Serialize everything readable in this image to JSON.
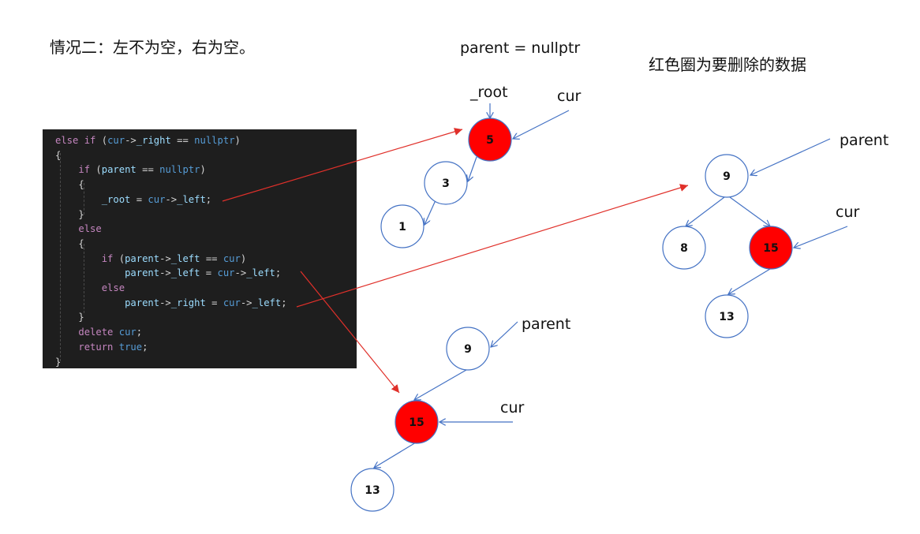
{
  "heading": "情况二：左不为空，右为空。",
  "legend_note": "红色圈为要删除的数据",
  "code": {
    "lines": [
      [
        [
          "k",
          "else"
        ],
        [
          "t",
          " "
        ],
        [
          "k",
          "if"
        ],
        [
          "t",
          " ("
        ],
        [
          "b",
          "cur"
        ],
        [
          "t",
          "->"
        ],
        [
          "p",
          "_right"
        ],
        [
          "t",
          " == "
        ],
        [
          "b",
          "nullptr"
        ],
        [
          "t",
          ")"
        ]
      ],
      [
        [
          "t",
          "{"
        ]
      ],
      [
        [
          "t",
          "    "
        ],
        [
          "k",
          "if"
        ],
        [
          "t",
          " ("
        ],
        [
          "p",
          "parent"
        ],
        [
          "t",
          " == "
        ],
        [
          "b",
          "nullptr"
        ],
        [
          "t",
          ")"
        ]
      ],
      [
        [
          "t",
          "    {"
        ]
      ],
      [
        [
          "t",
          "        "
        ],
        [
          "p",
          "_root"
        ],
        [
          "t",
          " = "
        ],
        [
          "b",
          "cur"
        ],
        [
          "t",
          "->"
        ],
        [
          "p",
          "_left"
        ],
        [
          "t",
          ";"
        ]
      ],
      [
        [
          "t",
          "    }"
        ]
      ],
      [
        [
          "t",
          "    "
        ],
        [
          "k",
          "else"
        ]
      ],
      [
        [
          "t",
          "    {"
        ]
      ],
      [
        [
          "t",
          "        "
        ],
        [
          "k",
          "if"
        ],
        [
          "t",
          " ("
        ],
        [
          "p",
          "parent"
        ],
        [
          "t",
          "->"
        ],
        [
          "p",
          "_left"
        ],
        [
          "t",
          " == "
        ],
        [
          "b",
          "cur"
        ],
        [
          "t",
          ")"
        ]
      ],
      [
        [
          "t",
          "            "
        ],
        [
          "p",
          "parent"
        ],
        [
          "t",
          "->"
        ],
        [
          "p",
          "_left"
        ],
        [
          "t",
          " = "
        ],
        [
          "b",
          "cur"
        ],
        [
          "t",
          "->"
        ],
        [
          "p",
          "_left"
        ],
        [
          "t",
          ";"
        ]
      ],
      [
        [
          "t",
          "        "
        ],
        [
          "k",
          "else"
        ]
      ],
      [
        [
          "t",
          "            "
        ],
        [
          "p",
          "parent"
        ],
        [
          "t",
          "->"
        ],
        [
          "p",
          "_right"
        ],
        [
          "t",
          " = "
        ],
        [
          "b",
          "cur"
        ],
        [
          "t",
          "->"
        ],
        [
          "p",
          "_left"
        ],
        [
          "t",
          ";"
        ]
      ],
      [
        [
          "t",
          "    }"
        ]
      ],
      [
        [
          "t",
          "    "
        ],
        [
          "k",
          "delete"
        ],
        [
          "t",
          " "
        ],
        [
          "b",
          "cur"
        ],
        [
          "t",
          ";"
        ]
      ],
      [
        [
          "t",
          "    "
        ],
        [
          "k",
          "return"
        ],
        [
          "t",
          " "
        ],
        [
          "b",
          "true"
        ],
        [
          "t",
          ";"
        ]
      ],
      [
        [
          "t",
          "}"
        ]
      ]
    ]
  },
  "scenario_root": {
    "top_label": "parent = nullptr",
    "root_label": "_root",
    "cur_label": "cur",
    "nodes": {
      "deleted": "5",
      "child": "3",
      "grandchild": "1"
    }
  },
  "scenario_left": {
    "parent_label": "parent",
    "cur_label": "cur",
    "nodes": {
      "parent": "9",
      "deleted": "15",
      "child": "13"
    }
  },
  "scenario_right": {
    "parent_label": "parent",
    "cur_label": "cur",
    "nodes": {
      "parent": "9",
      "sibling": "8",
      "deleted": "15",
      "child": "13"
    }
  },
  "colors": {
    "deleted_fill": "#ff0000",
    "node_stroke": "#4472c4",
    "edge": "#4472c4",
    "link_arrow": "#e0302a",
    "code_bg": "#1e1e1e"
  }
}
